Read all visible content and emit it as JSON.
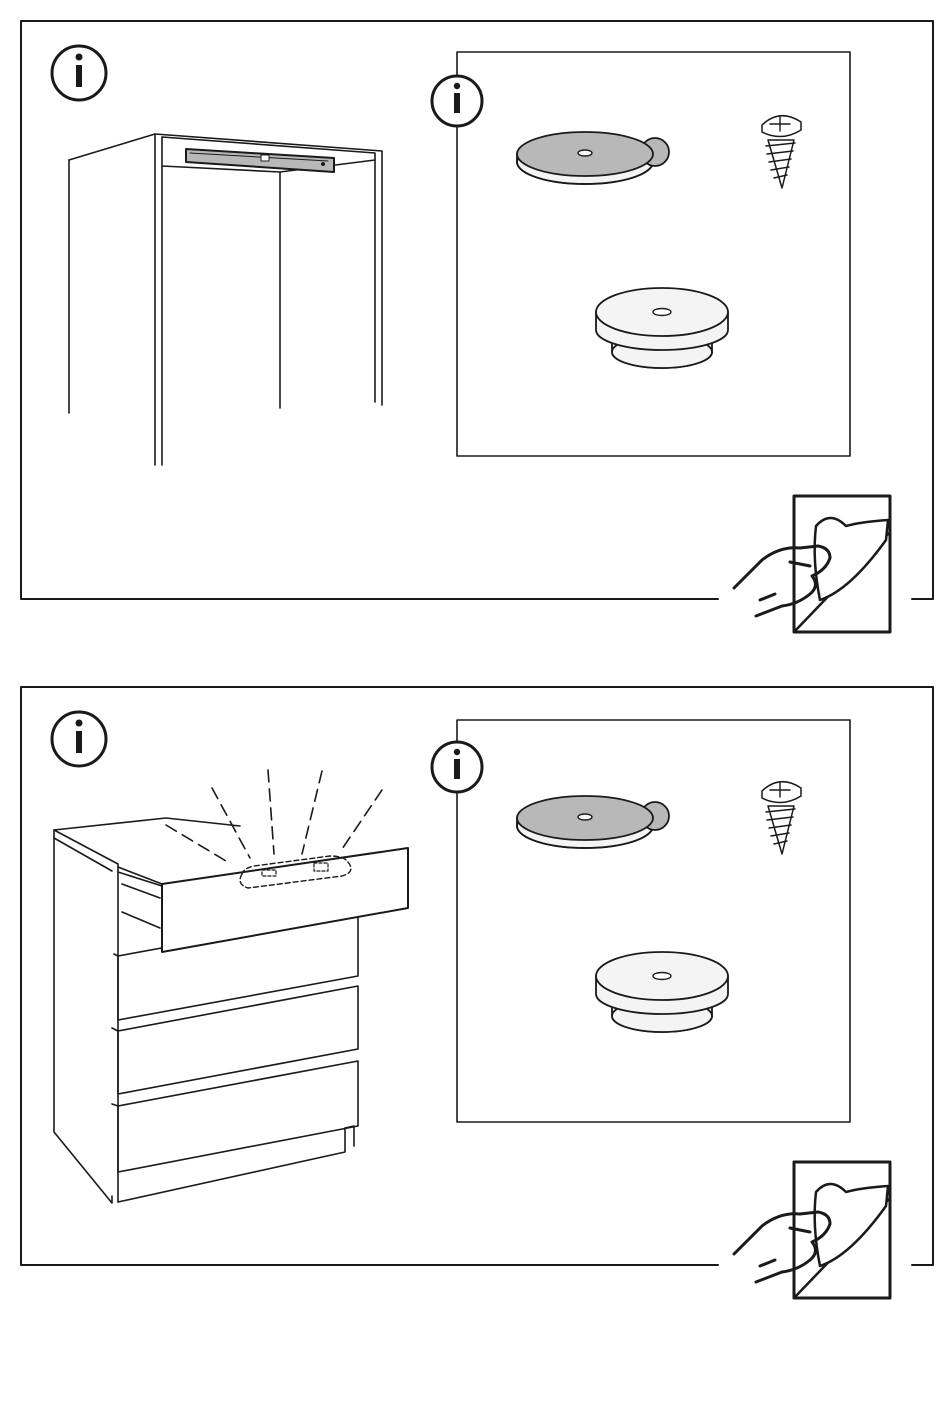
{
  "page": {
    "background": "#ffffff"
  },
  "colors": {
    "line": "#1a1a1a",
    "fill_gray": "#b8b8b8",
    "fill_light": "#f4f4f4"
  },
  "panels": [
    {
      "scene": "wardrobe-with-sensor-bar",
      "icons": [
        "info-icon",
        "info-icon",
        "turn-page-icon"
      ],
      "parts": [
        "adhesive-pad",
        "screw",
        "magnetic-button"
      ]
    },
    {
      "scene": "chest-of-drawers-with-sensor-under-top",
      "icons": [
        "info-icon",
        "info-icon",
        "turn-page-icon"
      ],
      "parts": [
        "adhesive-pad",
        "screw",
        "magnetic-button"
      ]
    }
  ]
}
